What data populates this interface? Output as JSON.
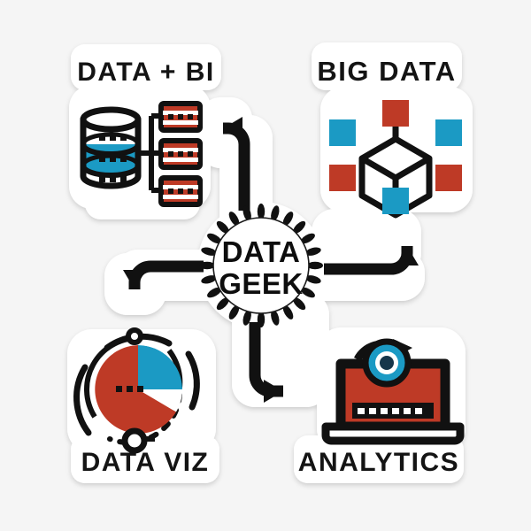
{
  "artwork": {
    "title": "Data Geek Sticker",
    "background_color": "#f5f5f5",
    "sticker_color": "#ffffff",
    "ink_color": "#111111",
    "accent_red": "#be3a26",
    "accent_blue": "#1b9ac4"
  },
  "center_badge": {
    "name": "data-geek-badge",
    "line1": "DATA",
    "line2": "GEEK",
    "shape": "gear-sunburst-circle"
  },
  "quadrants": [
    {
      "id": "data-bi",
      "label": "DATA + BI",
      "position": "top-left",
      "icon": "database-servers-icon",
      "icon_parts": {
        "database_layers": 3,
        "highlight_layer_color": "#1b9ac4",
        "server_blocks": 3,
        "server_block_color": "#be3a26"
      }
    },
    {
      "id": "big-data",
      "label": "BIG DATA",
      "position": "top-right",
      "icon": "network-cube-icon",
      "icon_parts": {
        "nodes": 6,
        "node_colors": [
          "#be3a26",
          "#1b9ac4",
          "#1b9ac4",
          "#be3a26",
          "#be3a26",
          "#1b9ac4"
        ]
      }
    },
    {
      "id": "data-viz",
      "label": "DATA VIZ",
      "position": "bottom-left",
      "icon": "pie-chart-icon",
      "icon_parts": {
        "slices": [
          {
            "name": "major",
            "color": "#be3a26",
            "degrees": 265
          },
          {
            "name": "secondary",
            "color": "#1b9ac4",
            "degrees": 67
          },
          {
            "name": "gap",
            "color": "#ffffff",
            "degrees": 28
          }
        ]
      }
    },
    {
      "id": "analytics",
      "label": "ANALYTICS",
      "position": "bottom-right",
      "icon": "laptop-target-icon",
      "icon_parts": {
        "screen_color": "#be3a26",
        "target_color": "#1b9ac4",
        "progress_segments": 6
      }
    }
  ],
  "arrows": [
    {
      "id": "arrow-to-data-bi",
      "from": "center",
      "to": "data-bi",
      "direction": "up-left"
    },
    {
      "id": "arrow-to-big-data",
      "from": "center",
      "to": "big-data",
      "direction": "right-up"
    },
    {
      "id": "arrow-to-data-viz",
      "from": "center",
      "to": "data-viz",
      "direction": "left-down"
    },
    {
      "id": "arrow-to-analytics",
      "from": "center",
      "to": "analytics",
      "direction": "down-right"
    }
  ]
}
